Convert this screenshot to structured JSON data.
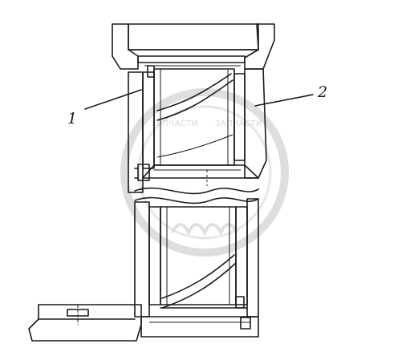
{
  "callouts": [
    {
      "id": "1",
      "label": "1"
    },
    {
      "id": "2",
      "label": "2"
    }
  ],
  "watermark": {
    "left_text": "ЗАПЧАСТИ",
    "right_text": "ЗАПЧАСТИ"
  },
  "colors": {
    "ink": "#1a1a1a",
    "watermark": "#c4c4c4",
    "background": "#ffffff"
  }
}
